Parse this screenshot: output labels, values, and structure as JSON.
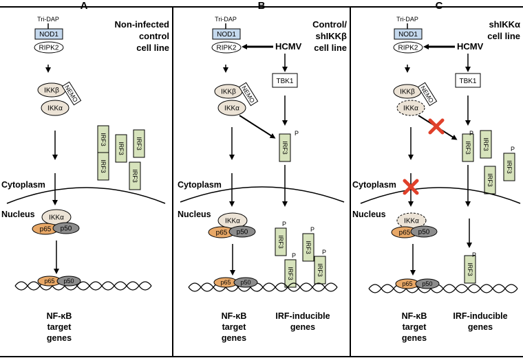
{
  "panels": [
    {
      "id": "A",
      "header": "A",
      "condition": [
        "Non-infected",
        "control",
        "cell line"
      ],
      "ligand": "Tri-DAP",
      "nod1": "NOD1",
      "ripk2": "RIPK2",
      "ikkb": "IKKβ",
      "ikka": "IKKα",
      "nemo": "NEMO",
      "irf3": "IRF3",
      "cytoplasm": "Cytoplasm",
      "nucleus": "Nucleus",
      "nuclear_ikka": "IKKα",
      "p65": "p65",
      "p50": "p50",
      "nfkb_genes": [
        "NF-κB",
        "target",
        "genes"
      ]
    },
    {
      "id": "B",
      "header": "B",
      "condition": [
        "Control/",
        "shIKKβ",
        "cell line"
      ],
      "ligand": "Tri-DAP",
      "nod1": "NOD1",
      "ripk2": "RIPK2",
      "virus": "HCMV",
      "tbk1": "TBK1",
      "ikkb": "IKKβ",
      "ikka": "IKKα",
      "nemo": "NEMO",
      "irf3": "IRF3",
      "phospho": "P",
      "cytoplasm": "Cytoplasm",
      "nucleus": "Nucleus",
      "nuclear_ikka": "IKKα",
      "p65": "p65",
      "p50": "p50",
      "nfkb_genes": [
        "NF-κB",
        "target",
        "genes"
      ],
      "irf_genes": [
        "IRF-inducible",
        "genes"
      ]
    },
    {
      "id": "C",
      "header": "C",
      "condition": [
        "shIKKα",
        "cell line"
      ],
      "ligand": "Tri-DAP",
      "nod1": "NOD1",
      "ripk2": "RIPK2",
      "virus": "HCMV",
      "tbk1": "TBK1",
      "ikkb": "IKKβ",
      "ikka": "IKKα",
      "nemo": "NEMO",
      "irf3": "IRF3",
      "phospho": "P",
      "cytoplasm": "Cytoplasm",
      "nucleus": "Nucleus",
      "nuclear_ikka": "IKKα",
      "p65": "p65",
      "p50": "p50",
      "nfkb_genes": [
        "NF-κB",
        "target",
        "genes"
      ],
      "irf_genes": [
        "IRF-inducible",
        "genes"
      ]
    }
  ],
  "colors": {
    "nod1_fill": "#c5d9ee",
    "ikk_fill": "#ece3d6",
    "irf3_fill": "#d7e3bc",
    "p65_fill": "#e8a867",
    "p50_fill": "#8c8c8c",
    "block_x": "#e0402a"
  },
  "icons": {
    "block": "red-x-icon",
    "arrow": "arrow-down-icon"
  }
}
